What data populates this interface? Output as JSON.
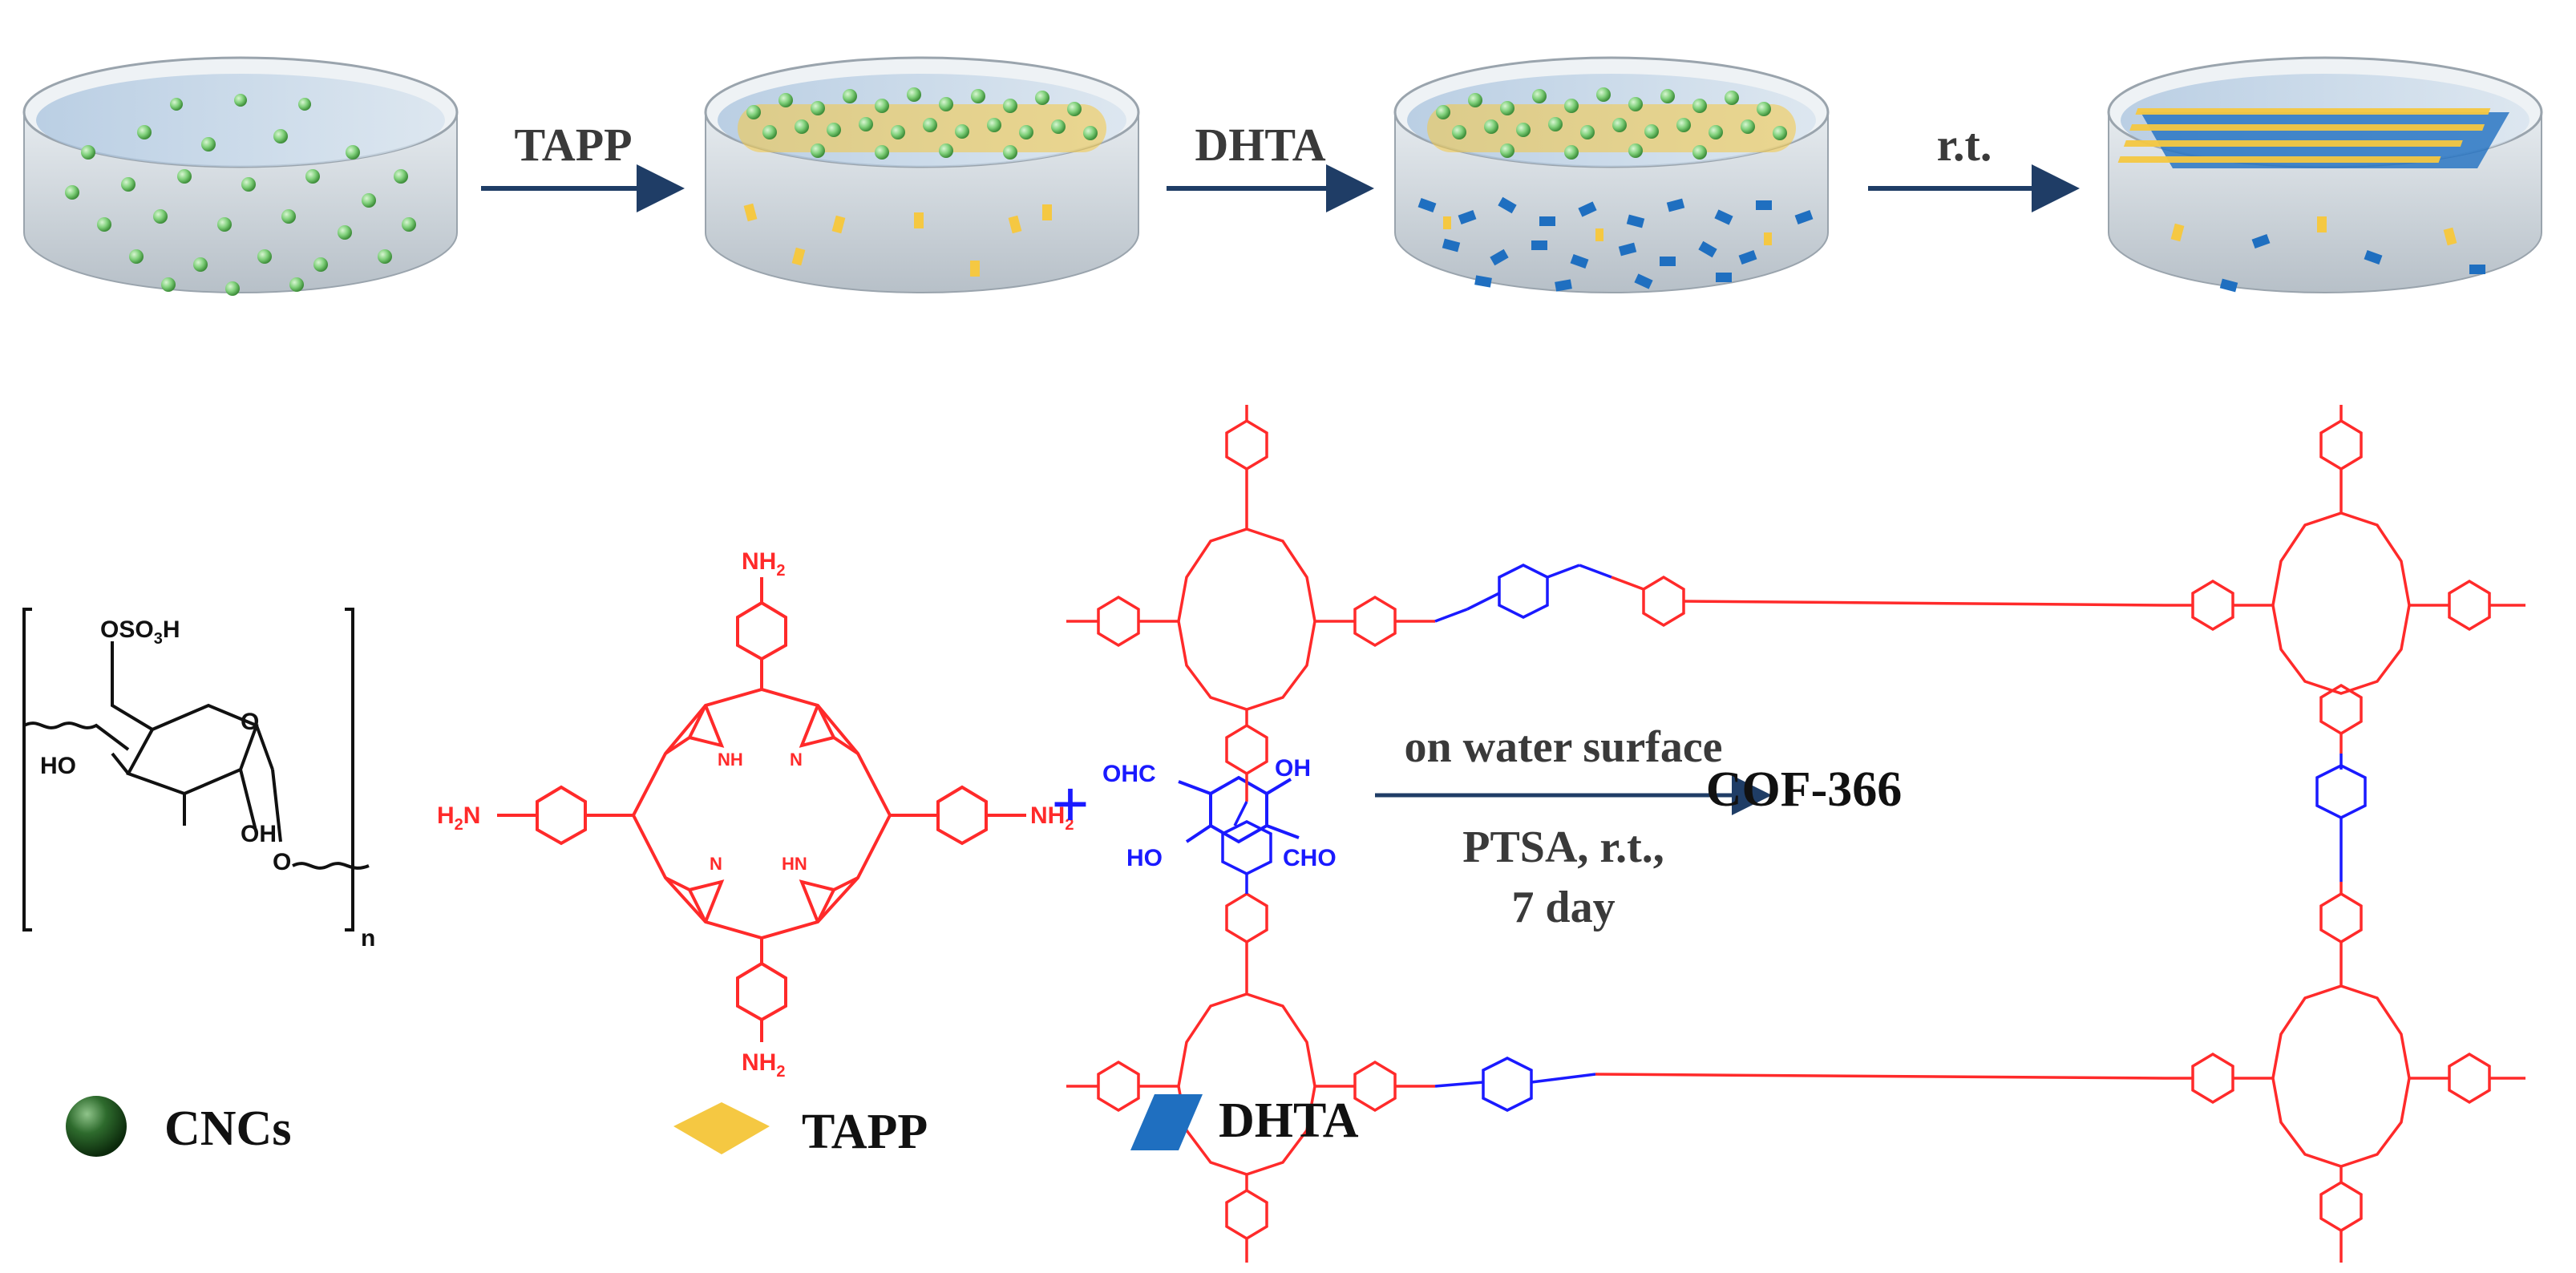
{
  "steps": {
    "arrow1": "TAPP",
    "arrow2": "DHTA",
    "arrow3": "r.t."
  },
  "reaction": {
    "condition_top": "on water surface",
    "condition_line2": "PTSA, r.t.,",
    "condition_line3": "7 day",
    "product": "COF-366",
    "plus": "+"
  },
  "cellulose": {
    "substituent": "OSO",
    "sub3": "3",
    "h": "H",
    "ho": "HO",
    "oh": "OH",
    "o_ring": "O",
    "o_link": "O",
    "repeat": "n"
  },
  "tapp": {
    "nh2": "NH",
    "two": "2",
    "h2n": "H",
    "h2n_2": "2",
    "h2n_n": "N",
    "nh": "NH",
    "n": "N",
    "hn": "HN"
  },
  "dhta": {
    "ohc": "OHC",
    "oh": "OH",
    "ho": "HO",
    "cho": "CHO"
  },
  "legend": {
    "cncs": "CNCs",
    "tapp": "TAPP",
    "dhta": "DHTA"
  },
  "colors": {
    "tapp": "#ff2a2a",
    "dhta": "#1a1aff",
    "arrow": "#1f3d66",
    "cnc": "#7fd07a",
    "tapp_particle": "#f5c842",
    "dhta_particle": "#1f6fc0",
    "dish": "#c9d2da"
  }
}
